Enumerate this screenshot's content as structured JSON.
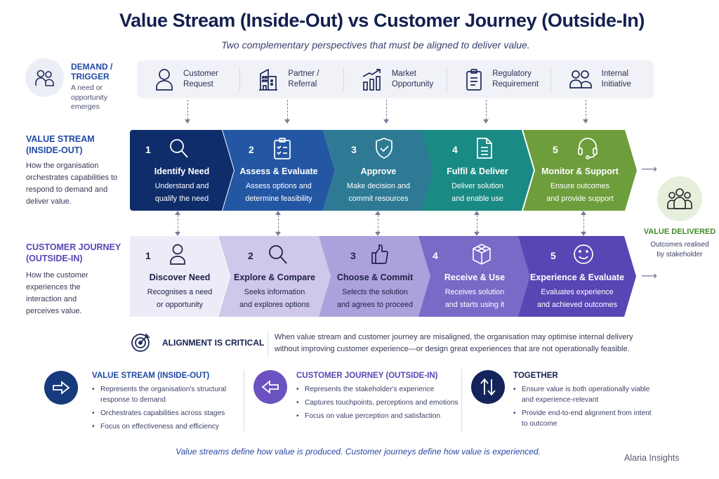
{
  "header": {
    "title": "Value Stream (Inside-Out) vs Customer Journey (Outside-In)",
    "subtitle": "Two complementary perspectives that must be aligned to deliver value."
  },
  "demand": {
    "icon": "people-icon",
    "title_line1": "DEMAND /",
    "title_line2": "TRIGGER",
    "desc": "A need or opportunity emerges",
    "triggers": [
      {
        "icon": "person-icon",
        "line1": "Customer",
        "line2": "Request"
      },
      {
        "icon": "building-icon",
        "line1": "Partner /",
        "line2": "Referral"
      },
      {
        "icon": "growth-chart-icon",
        "line1": "Market",
        "line2": "Opportunity"
      },
      {
        "icon": "clipboard-icon",
        "line1": "Regulatory",
        "line2": "Requirement"
      },
      {
        "icon": "group-icon",
        "line1": "Internal",
        "line2": "Initiative"
      }
    ]
  },
  "value_stream": {
    "title_line1": "VALUE STREAM",
    "title_line2": "(INSIDE-OUT)",
    "title_color": "#1f4aa3",
    "desc": "How the organisation orchestrates capabilities to respond to demand and deliver value.",
    "stages": [
      {
        "num": "1",
        "icon": "magnifier-icon",
        "name": "Identify Need",
        "desc1": "Understand and",
        "desc2": "qualify the need",
        "color": "#0f2d6b"
      },
      {
        "num": "2",
        "icon": "checklist-icon",
        "name": "Assess & Evaluate",
        "desc1": "Assess options and",
        "desc2": "determine feasibility",
        "color": "#2457a3"
      },
      {
        "num": "3",
        "icon": "shield-check-icon",
        "name": "Approve",
        "desc1": "Make decision and",
        "desc2": "commit resources",
        "color": "#2e7a95"
      },
      {
        "num": "4",
        "icon": "document-icon",
        "name": "Fulfil & Deliver",
        "desc1": "Deliver solution",
        "desc2": "and enable use",
        "color": "#1a8a84"
      },
      {
        "num": "5",
        "icon": "headset-icon",
        "name": "Monitor & Support",
        "desc1": "Ensure outcomes",
        "desc2": "and provide support",
        "color": "#6e9e3c"
      }
    ]
  },
  "customer_journey": {
    "title_line1": "CUSTOMER JOURNEY",
    "title_line2": "(OUTSIDE-IN)",
    "title_color": "#5a45b5",
    "desc": "How the customer experiences the interaction and perceives value.",
    "stages": [
      {
        "num": "1",
        "icon": "person-icon",
        "name": "Discover Need",
        "desc1": "Recognises a need",
        "desc2": "or opportunity",
        "color": "#ecebf7"
      },
      {
        "num": "2",
        "icon": "magnifier-icon",
        "name": "Explore & Compare",
        "desc1": "Seeks information",
        "desc2": "and explores options",
        "color": "#cfc8ea"
      },
      {
        "num": "3",
        "icon": "thumbs-up-icon",
        "name": "Choose & Commit",
        "desc1": "Selects the solution",
        "desc2": "and agrees to proceed",
        "color": "#ada1dd"
      },
      {
        "num": "4",
        "icon": "package-icon",
        "name": "Receive & Use",
        "desc1": "Receives solution",
        "desc2": "and starts using it",
        "color": "#7a69c6"
      },
      {
        "num": "5",
        "icon": "smiley-icon",
        "name": "Experience & Evaluate",
        "desc1": "Evaluates experience",
        "desc2": "and achieved outcomes",
        "color": "#5a45b5"
      }
    ]
  },
  "value_delivered": {
    "icon": "group-icon",
    "title": "VALUE DELIVERED",
    "desc1": "Outcomes realised",
    "desc2": "by stakeholder"
  },
  "alignment": {
    "icon": "target-icon",
    "title": "ALIGNMENT IS CRITICAL",
    "text": "When value stream and customer journey are misaligned, the organisation may optimise internal delivery without improving customer experience—or design great experiences that are not operationally feasible."
  },
  "panels": [
    {
      "icon": "arrow-right-icon",
      "title": "VALUE STREAM (INSIDE-OUT)",
      "title_color": "#1f4aa3",
      "circle_color": "#173a7c",
      "bullets": [
        "Represents the organisation's structural response to demand",
        "Orchestrates capabilities across stages",
        "Focus on effectiveness and efficiency"
      ]
    },
    {
      "icon": "arrow-left-icon",
      "title": "CUSTOMER JOURNEY (OUTSIDE-IN)",
      "title_color": "#5a45b5",
      "circle_color": "#6b52c0",
      "bullets": [
        "Represents the stakeholder's experience",
        "Captures touchpoints, perceptions and emotions",
        "Focus on value perception and satisfaction"
      ]
    },
    {
      "icon": "up-down-arrows-icon",
      "title": "TOGETHER",
      "title_color": "#13204f",
      "circle_color": "#13245a",
      "bullets": [
        "Ensure value is both operationally viable and experience-relevant",
        "Provide end-to-end alignment from intent to outcome"
      ]
    }
  ],
  "footer": {
    "quote": "Value streams define how value is produced. Customer journeys define how value is experienced.",
    "brand": "Alaria Insights"
  }
}
